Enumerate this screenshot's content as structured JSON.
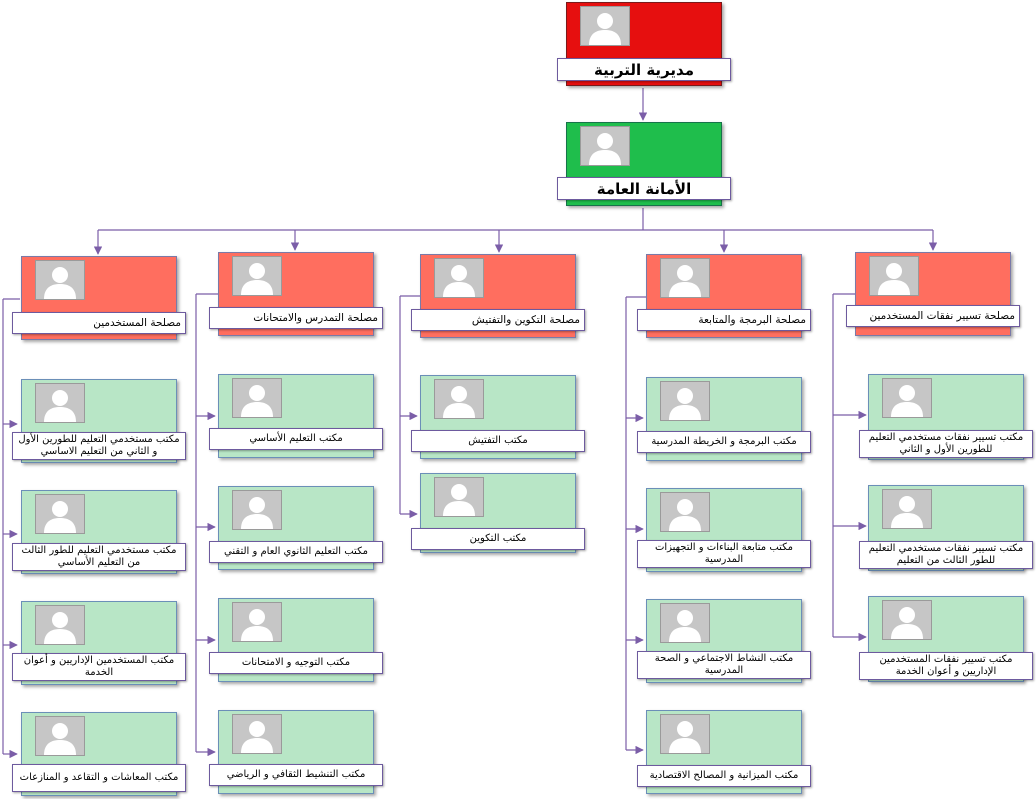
{
  "colors": {
    "directorate": "#e60f0f",
    "secretariat": "#1fbe4c",
    "department": "#ff6e5f",
    "office": "#b8e6c6",
    "connector": "#7b5ea8"
  },
  "avatar_icon": "person-placeholder-icon",
  "root": {
    "title": "مديرية التربية"
  },
  "secretariat": {
    "title": "الأمانة العامة"
  },
  "departments": [
    {
      "title": "مصلحة تسيير نفقات المستخدمين",
      "offices": [
        "مكتب تسيير نفقات مستخدمي التعليم للطورين الأول و الثاني",
        "مكتب تسيير نفقات مستخدمي التعليم للطور الثالث من التعليم",
        "مكتب تسيير نفقات المستخدمين الإداريين و أعوان الخدمة"
      ]
    },
    {
      "title": "مصلحة البرمجة والمتابعة",
      "offices": [
        "مكتب البرمجة و الخريطة المدرسية",
        "مكتب متابعة البناءات و التجهيزات المدرسية",
        "مكتب النشاط الاجتماعي و الصحة المدرسية",
        "مكتب الميزانية و المصالح الاقتصادية"
      ]
    },
    {
      "title": "مصلحة التكوين والتفتيش",
      "offices": [
        "مكتب التفتيش",
        "مكتب التكوين"
      ]
    },
    {
      "title": "مصلحة التمدرس والامتحانات",
      "offices": [
        "مكتب التعليم الأساسي",
        "مكتب التعليم الثانوي العام و التقني",
        "مكتب التوجيه و الامتحانات",
        "مكتب التنشيط الثقافي و الرياضي"
      ]
    },
    {
      "title": "مصلحة المستخدمين",
      "offices": [
        "مكتب مستخدمي التعليم للطورين الأول و الثاني من التعليم الاساسي",
        "مكتب مستخدمي التعليم للطور الثالث من التعليم الأساسي",
        "مكتب المستخدمين الإداريين و أعوان الخدمة",
        "مكتب المعاشات و التقاعد و المنازعات"
      ]
    }
  ]
}
